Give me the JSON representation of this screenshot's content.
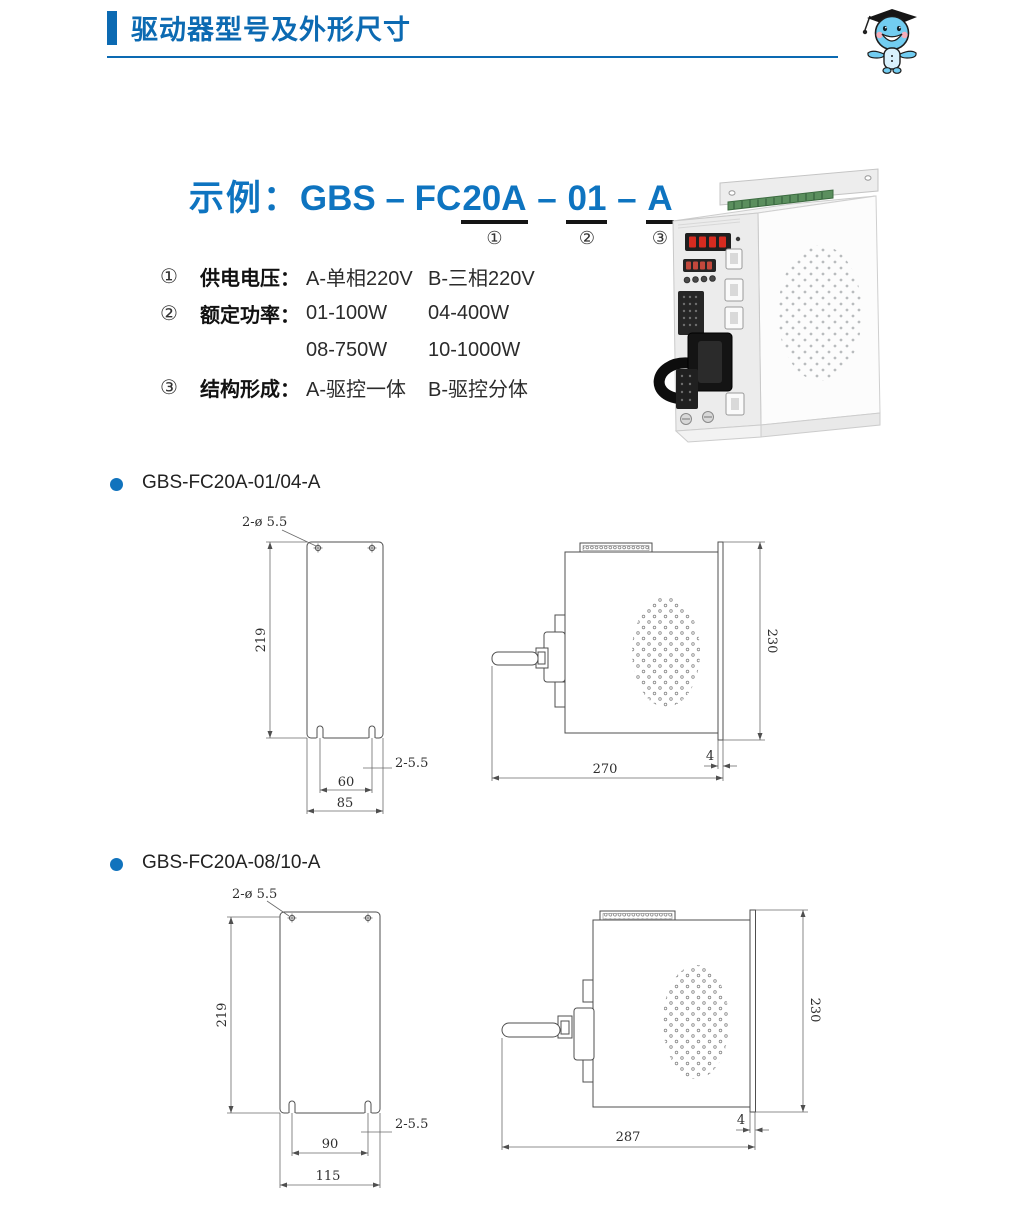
{
  "colors": {
    "accent": "#0c6ab2",
    "example_blue": "#0e74c0",
    "bullet_blue": "#1173bd"
  },
  "header": {
    "title": "驱动器型号及外形尺寸"
  },
  "example": {
    "label": "示例：",
    "head": "GBS – FC",
    "part1": "20A",
    "sep1": " – ",
    "part2": "01",
    "sep2": " – ",
    "part3": "A",
    "markers": [
      "①",
      "②",
      "③"
    ]
  },
  "legend": {
    "rows": [
      {
        "marker": "①",
        "name": "供电电压：",
        "col1": "A-单相220V",
        "col2": "B-三相220V"
      },
      {
        "marker": "②",
        "name": "额定功率：",
        "col1": "01-100W",
        "col2": "04-400W"
      },
      {
        "marker": "",
        "name": "",
        "col1": "08-750W",
        "col2": "10-1000W"
      },
      {
        "marker": "③",
        "name": "结构形成：",
        "col1": "A-驱控一体",
        "col2": "B-驱控分体"
      }
    ]
  },
  "sections": [
    {
      "model": "GBS-FC20A-01/04-A",
      "front": {
        "holes": "2-ø 5.5",
        "height": "219",
        "inner_width": "60",
        "outer_width": "85",
        "slots": "2-5.5"
      },
      "side": {
        "height": "230",
        "depth": "270",
        "flange": "4"
      }
    },
    {
      "model": "GBS-FC20A-08/10-A",
      "front": {
        "holes": "2-ø 5.5",
        "height": "219",
        "inner_width": "90",
        "outer_width": "115",
        "slots": "2-5.5"
      },
      "side": {
        "height": "230",
        "depth": "287",
        "flange": "4"
      }
    }
  ]
}
